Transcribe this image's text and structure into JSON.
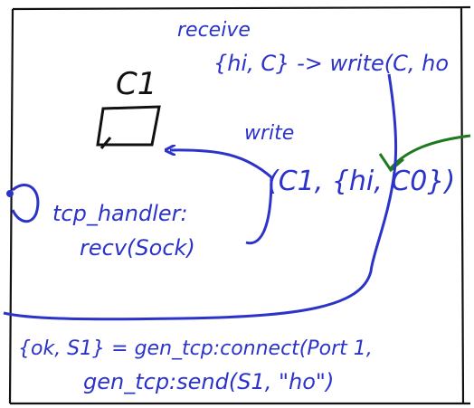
{
  "colors": {
    "background": "#ffffff",
    "frame": "#111111",
    "blue_ink": "#2c33c9",
    "green_ink": "#1f7a1f",
    "black_ink": "#111111"
  },
  "labels": {
    "receive": "receive",
    "receive_pattern": "{hi, C} -> write(C, ho",
    "c1": "C1",
    "write": "write",
    "write_args": "(C1, {hi, C0})",
    "tcp_handler_1": "tcp_handler:",
    "tcp_handler_2": "recv(Sock)",
    "connect_line": "{ok, S1} = gen_tcp:connect(Port 1,",
    "send_line": "gen_tcp:send(S1, \"ho\")"
  }
}
